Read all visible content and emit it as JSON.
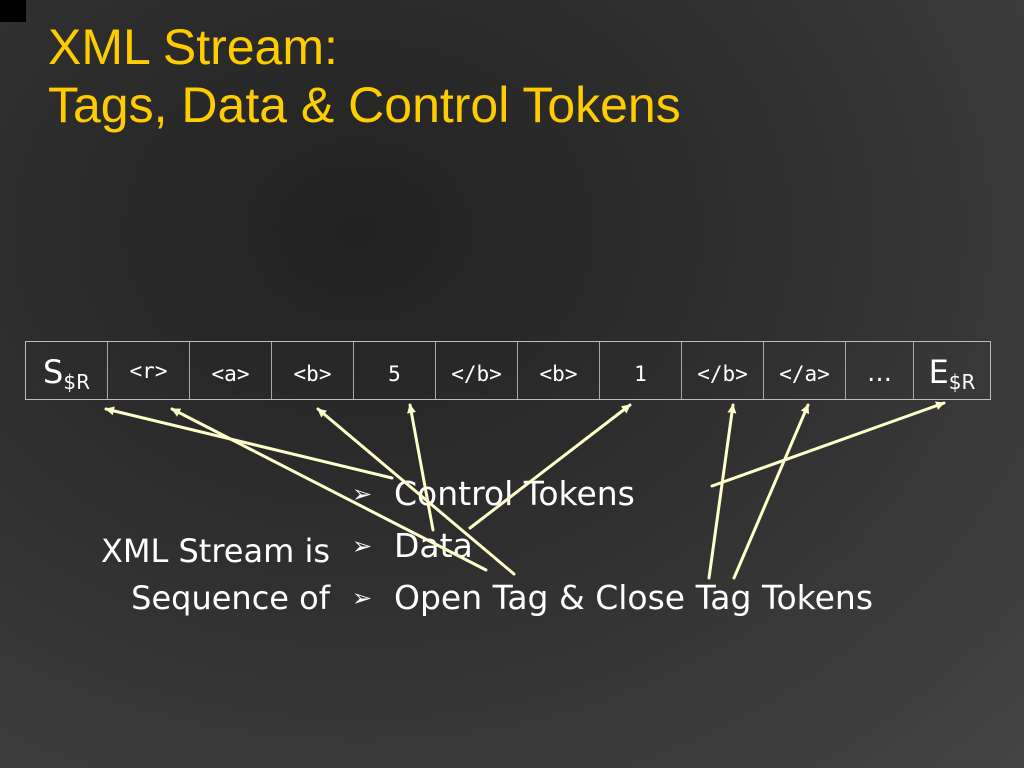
{
  "title": {
    "line1": "XML Stream:",
    "line2": "Tags, Data & Control Tokens"
  },
  "stream": {
    "cells": [
      {
        "main": "S",
        "sub": "$R"
      },
      {
        "text": "<r>"
      },
      {
        "text": "<a>"
      },
      {
        "text": "<b>"
      },
      {
        "text": "5"
      },
      {
        "text": "</b>"
      },
      {
        "text": "<b>"
      },
      {
        "text": "1"
      },
      {
        "text": "</b>"
      },
      {
        "text": "</a>"
      },
      {
        "text": "…"
      },
      {
        "main": "E",
        "sub": "$R"
      }
    ]
  },
  "caption": {
    "line1": "XML Stream is",
    "line2": "Sequence of"
  },
  "bullets": {
    "items": [
      {
        "text": "Control Tokens"
      },
      {
        "text": "Data"
      },
      {
        "text": "Open Tag & Close Tag Tokens"
      }
    ]
  },
  "colors": {
    "title": "#ffcc00",
    "text": "#ffffff",
    "pointer": "#ffffcc",
    "cell_border": "#bcbcbc"
  },
  "icons": {
    "bullet": "arrowhead-bullet-icon"
  }
}
